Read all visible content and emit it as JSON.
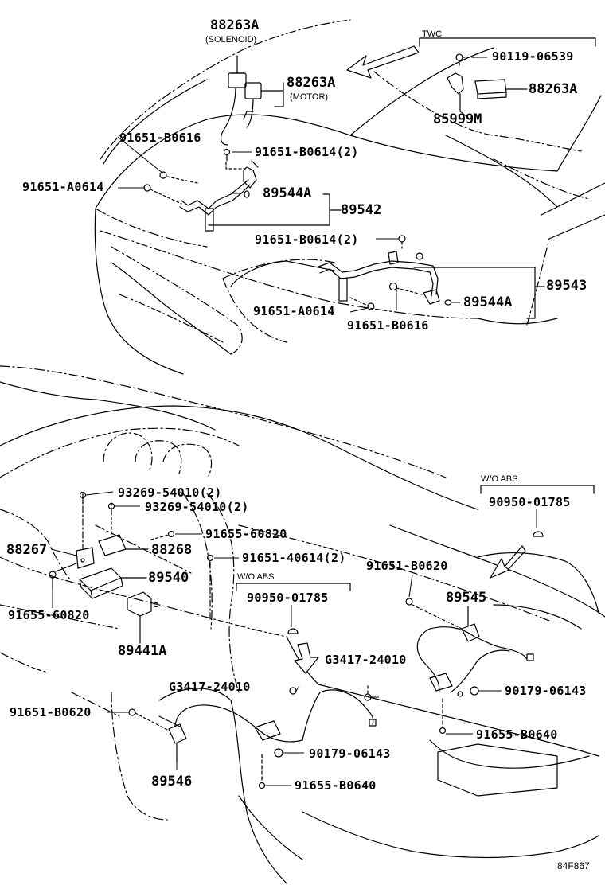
{
  "labels": {
    "p88263A_top": "88263A",
    "solenoid": "(SOLENOID)",
    "p88263A_motor": "88263A",
    "motor": "(MOTOR)",
    "twc": "TWC",
    "p90119": "90119-06539",
    "p88263A_twc": "88263A",
    "p85999M": "85999M",
    "p91651_B0616_a": "91651-B0616",
    "p91651_B0614_a": "91651-B0614(2)",
    "p91651_A0614_a": "91651-A0614",
    "p89544A_a": "89544A",
    "p89542": "89542",
    "p91651_B0614_b": "91651-B0614(2)",
    "p89543": "89543",
    "p91651_A0614_b": "91651-A0614",
    "p89544A_b": "89544A",
    "p91651_B0616_b": "91651-B0616",
    "wo_abs_1": "W/O ABS",
    "p90950_a": "90950-01785",
    "p93269_a": "93269-54010(2)",
    "p93269_b": "93269-54010(2)",
    "p91655_60820_a": "91655-60820",
    "p88267": "88267",
    "p88268": "88268",
    "p91651_40614": "91651-40614(2)",
    "p89540": "89540",
    "wo_abs_2": "W/O ABS",
    "p90950_b": "90950-01785",
    "p91651_B0620_a": "91651-B0620",
    "p89545": "89545",
    "p91655_60820_b": "91655-60820",
    "p89441A": "89441A",
    "pG3417_a": "G3417-24010",
    "pG3417_b": "G3417-24010",
    "p90179_a": "90179-06143",
    "p91651_B0620_b": "91651-B0620",
    "p91655_B0640_a": "91655-B0640",
    "p90179_b": "90179-06143",
    "p89546": "89546",
    "p91655_B0640_b": "91655-B0640",
    "figure_code": "84F867"
  }
}
